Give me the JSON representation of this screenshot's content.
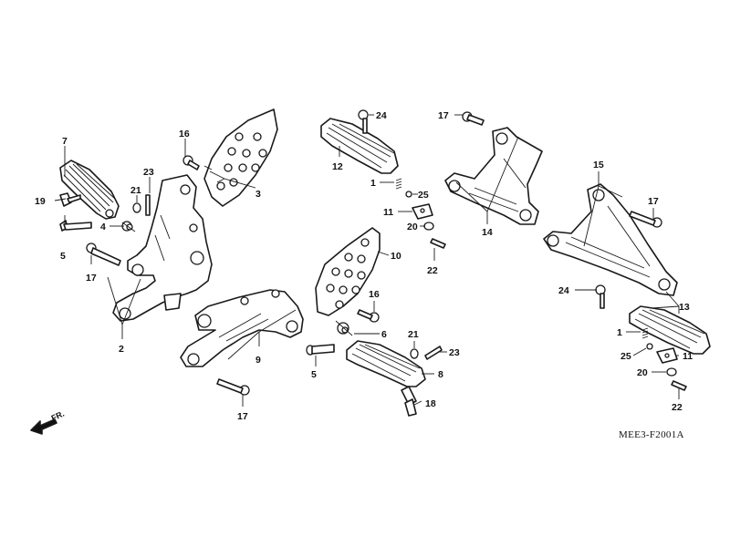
{
  "diagram": {
    "code": "MEE3-F2001A",
    "direction_label": "FR.",
    "callouts": {
      "c1a": "1",
      "c1b": "1",
      "c2": "2",
      "c3": "3",
      "c4": "4",
      "c5a": "5",
      "c5b": "5",
      "c6": "6",
      "c7": "7",
      "c8": "8",
      "c9": "9",
      "c10": "10",
      "c11a": "11",
      "c11b": "11",
      "c12": "12",
      "c13": "13",
      "c14": "14",
      "c15": "15",
      "c16a": "16",
      "c16b": "16",
      "c17a": "17",
      "c17b": "17",
      "c17c": "17",
      "c17d": "17",
      "c18": "18",
      "c19": "19",
      "c20a": "20",
      "c20b": "20",
      "c21a": "21",
      "c21b": "21",
      "c22a": "22",
      "c22b": "22",
      "c23a": "23",
      "c23b": "23",
      "c24a": "24",
      "c24b": "24",
      "c25a": "25",
      "c25b": "25"
    }
  }
}
